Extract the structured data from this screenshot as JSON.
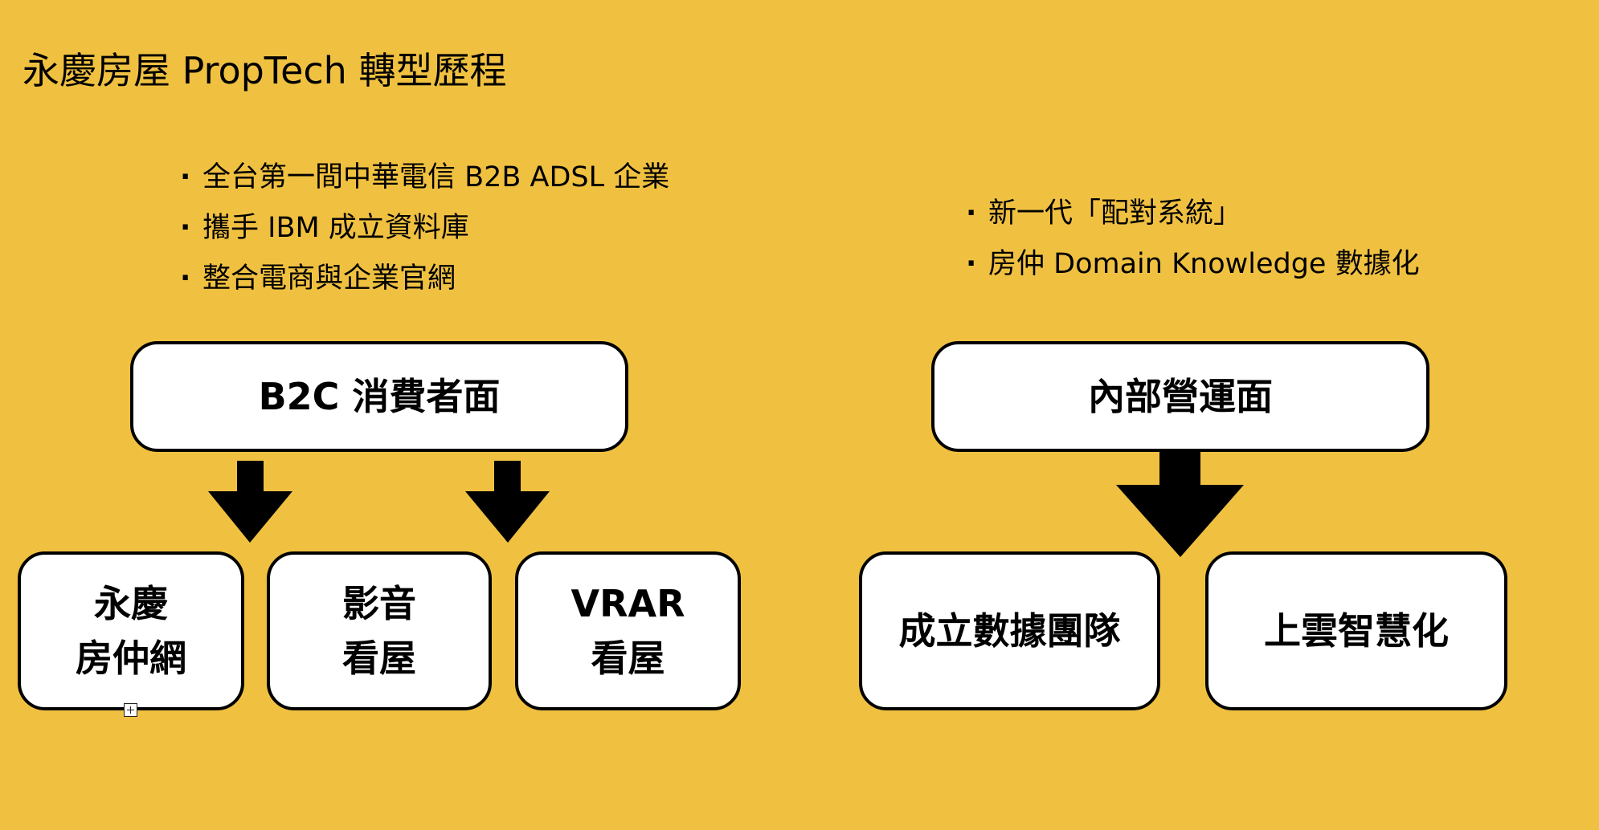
{
  "title": "永慶房屋 PropTech 轉型歷程",
  "left_section": {
    "bullets": [
      "全台第一間中華電信 B2B ADSL 企業",
      "攜手 IBM 成立資料庫",
      "整合電商與企業官網"
    ],
    "header_box": "B2C 消費者面",
    "children": [
      {
        "line1": "永慶",
        "line2": "房仲網"
      },
      {
        "line1": "影音",
        "line2": "看屋"
      },
      {
        "line1": "VRAR",
        "line2": "看屋"
      }
    ]
  },
  "right_section": {
    "bullets": [
      "新一代「配對系統」",
      "房仲 Domain Knowledge 數據化"
    ],
    "header_box": "內部營運面",
    "children": [
      {
        "label": "成立數據團隊"
      },
      {
        "label": "上雲智慧化"
      }
    ]
  },
  "colors": {
    "background": "#F0C141",
    "box_fill": "#FFFFFF",
    "stroke": "#000000"
  },
  "icons": [
    "arrow-down-icon",
    "resize-handle-icon"
  ]
}
